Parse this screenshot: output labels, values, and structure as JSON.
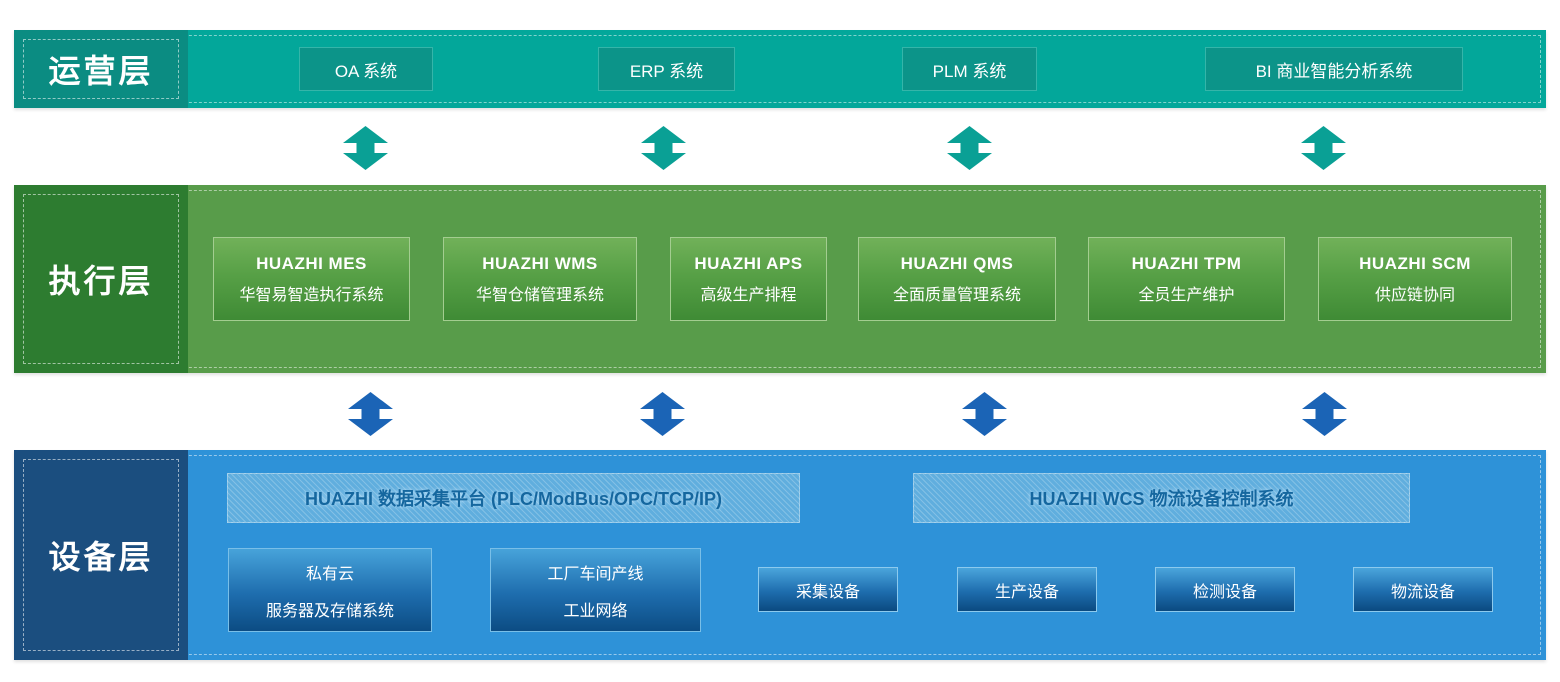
{
  "diagram": {
    "layers": [
      {
        "id": "operations",
        "label": "运营层",
        "systems": [
          "OA 系统",
          "ERP 系统",
          "PLM 系统",
          "BI 商业智能分析系统"
        ]
      },
      {
        "id": "execution",
        "label": "执行层",
        "cards": [
          {
            "title": "HUAZHI MES",
            "subtitle": "华智易智造执行系统"
          },
          {
            "title": "HUAZHI WMS",
            "subtitle": "华智仓储管理系统"
          },
          {
            "title": "HUAZHI APS",
            "subtitle": "高级生产排程"
          },
          {
            "title": "HUAZHI QMS",
            "subtitle": "全面质量管理系统"
          },
          {
            "title": "HUAZHI TPM",
            "subtitle": "全员生产维护"
          },
          {
            "title": "HUAZHI SCM",
            "subtitle": "供应链协同"
          }
        ]
      },
      {
        "id": "device",
        "label": "设备层",
        "platforms": [
          "HUAZHI 数据采集平台 (PLC/ModBus/OPC/TCP/IP)",
          "HUAZHI WCS 物流设备控制系统"
        ],
        "infrastructure": [
          {
            "line1": "私有云",
            "line2": "服务器及存储系统"
          },
          {
            "line1": "工厂车间产线",
            "line2": "工业网络"
          }
        ],
        "devices": [
          "采集设备",
          "生产设备",
          "检测设备",
          "物流设备"
        ]
      }
    ],
    "colors": {
      "operations_bar": "#03a79a",
      "operations_label_box": "#0b8c82",
      "execution_bar": "#589c4a",
      "execution_label_box": "#2d7c30",
      "device_bar": "#2e92d8",
      "device_label_box": "#1b4e7f",
      "arrow_teal": "#0aa095",
      "arrow_blue": "#1b64b6"
    }
  }
}
